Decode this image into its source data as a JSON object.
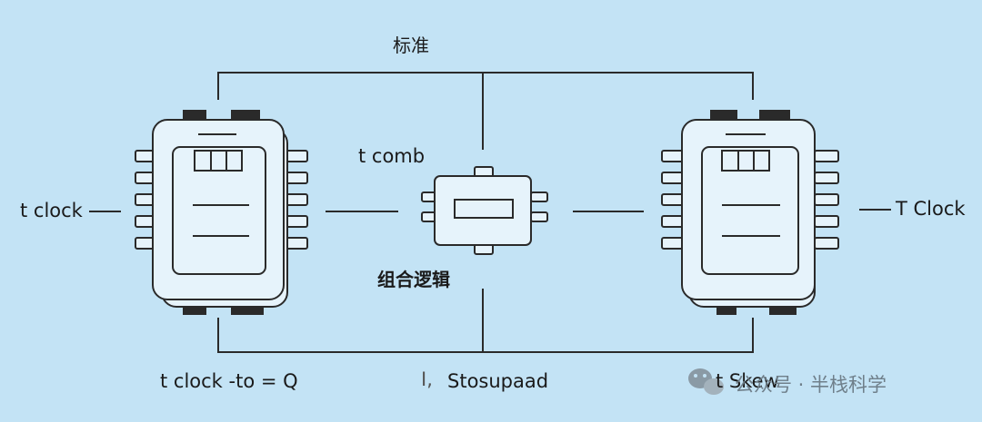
{
  "labels": {
    "top": "标准",
    "comb_time": "t comb",
    "comb_logic": "组合逻辑",
    "left_clock": "t clock",
    "right_clock": "T Clock",
    "clock_to_q": "t clock -to = Q",
    "mid_mark": "I,",
    "setup": "Stosupaad",
    "skew": "t Skew"
  },
  "watermark": {
    "icon": "wechat-icon",
    "text": "公众号 · 半栈科学"
  },
  "colors": {
    "background": "#c3e3f5",
    "chip_fill": "#e6f3fb",
    "line": "#2a2a2a"
  }
}
